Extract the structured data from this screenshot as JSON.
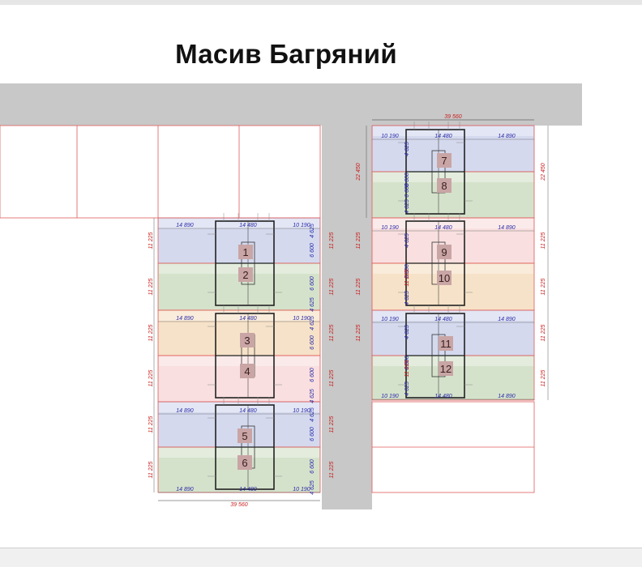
{
  "title": "Масив Багряний",
  "colors": {
    "road": "#c8c8c8",
    "boundary": "#e05a5a",
    "blue_plot": "#d4d9ee",
    "green_plot": "#d5e2cb",
    "orange_plot": "#f6e2c8",
    "pink_plot": "#f9dfdf",
    "number_badge": "#c9a5a5"
  },
  "dimensions": {
    "site_width": "39 560",
    "block_depth": "22 450",
    "row_depth": "11 225",
    "seg_a": "14 890",
    "seg_b": "14 480",
    "seg_c": "10 190",
    "house_depth": "6 600",
    "setback": "4 625"
  },
  "plots": [
    "1",
    "2",
    "3",
    "4",
    "5",
    "6",
    "7",
    "8",
    "9",
    "10",
    "11",
    "12"
  ]
}
